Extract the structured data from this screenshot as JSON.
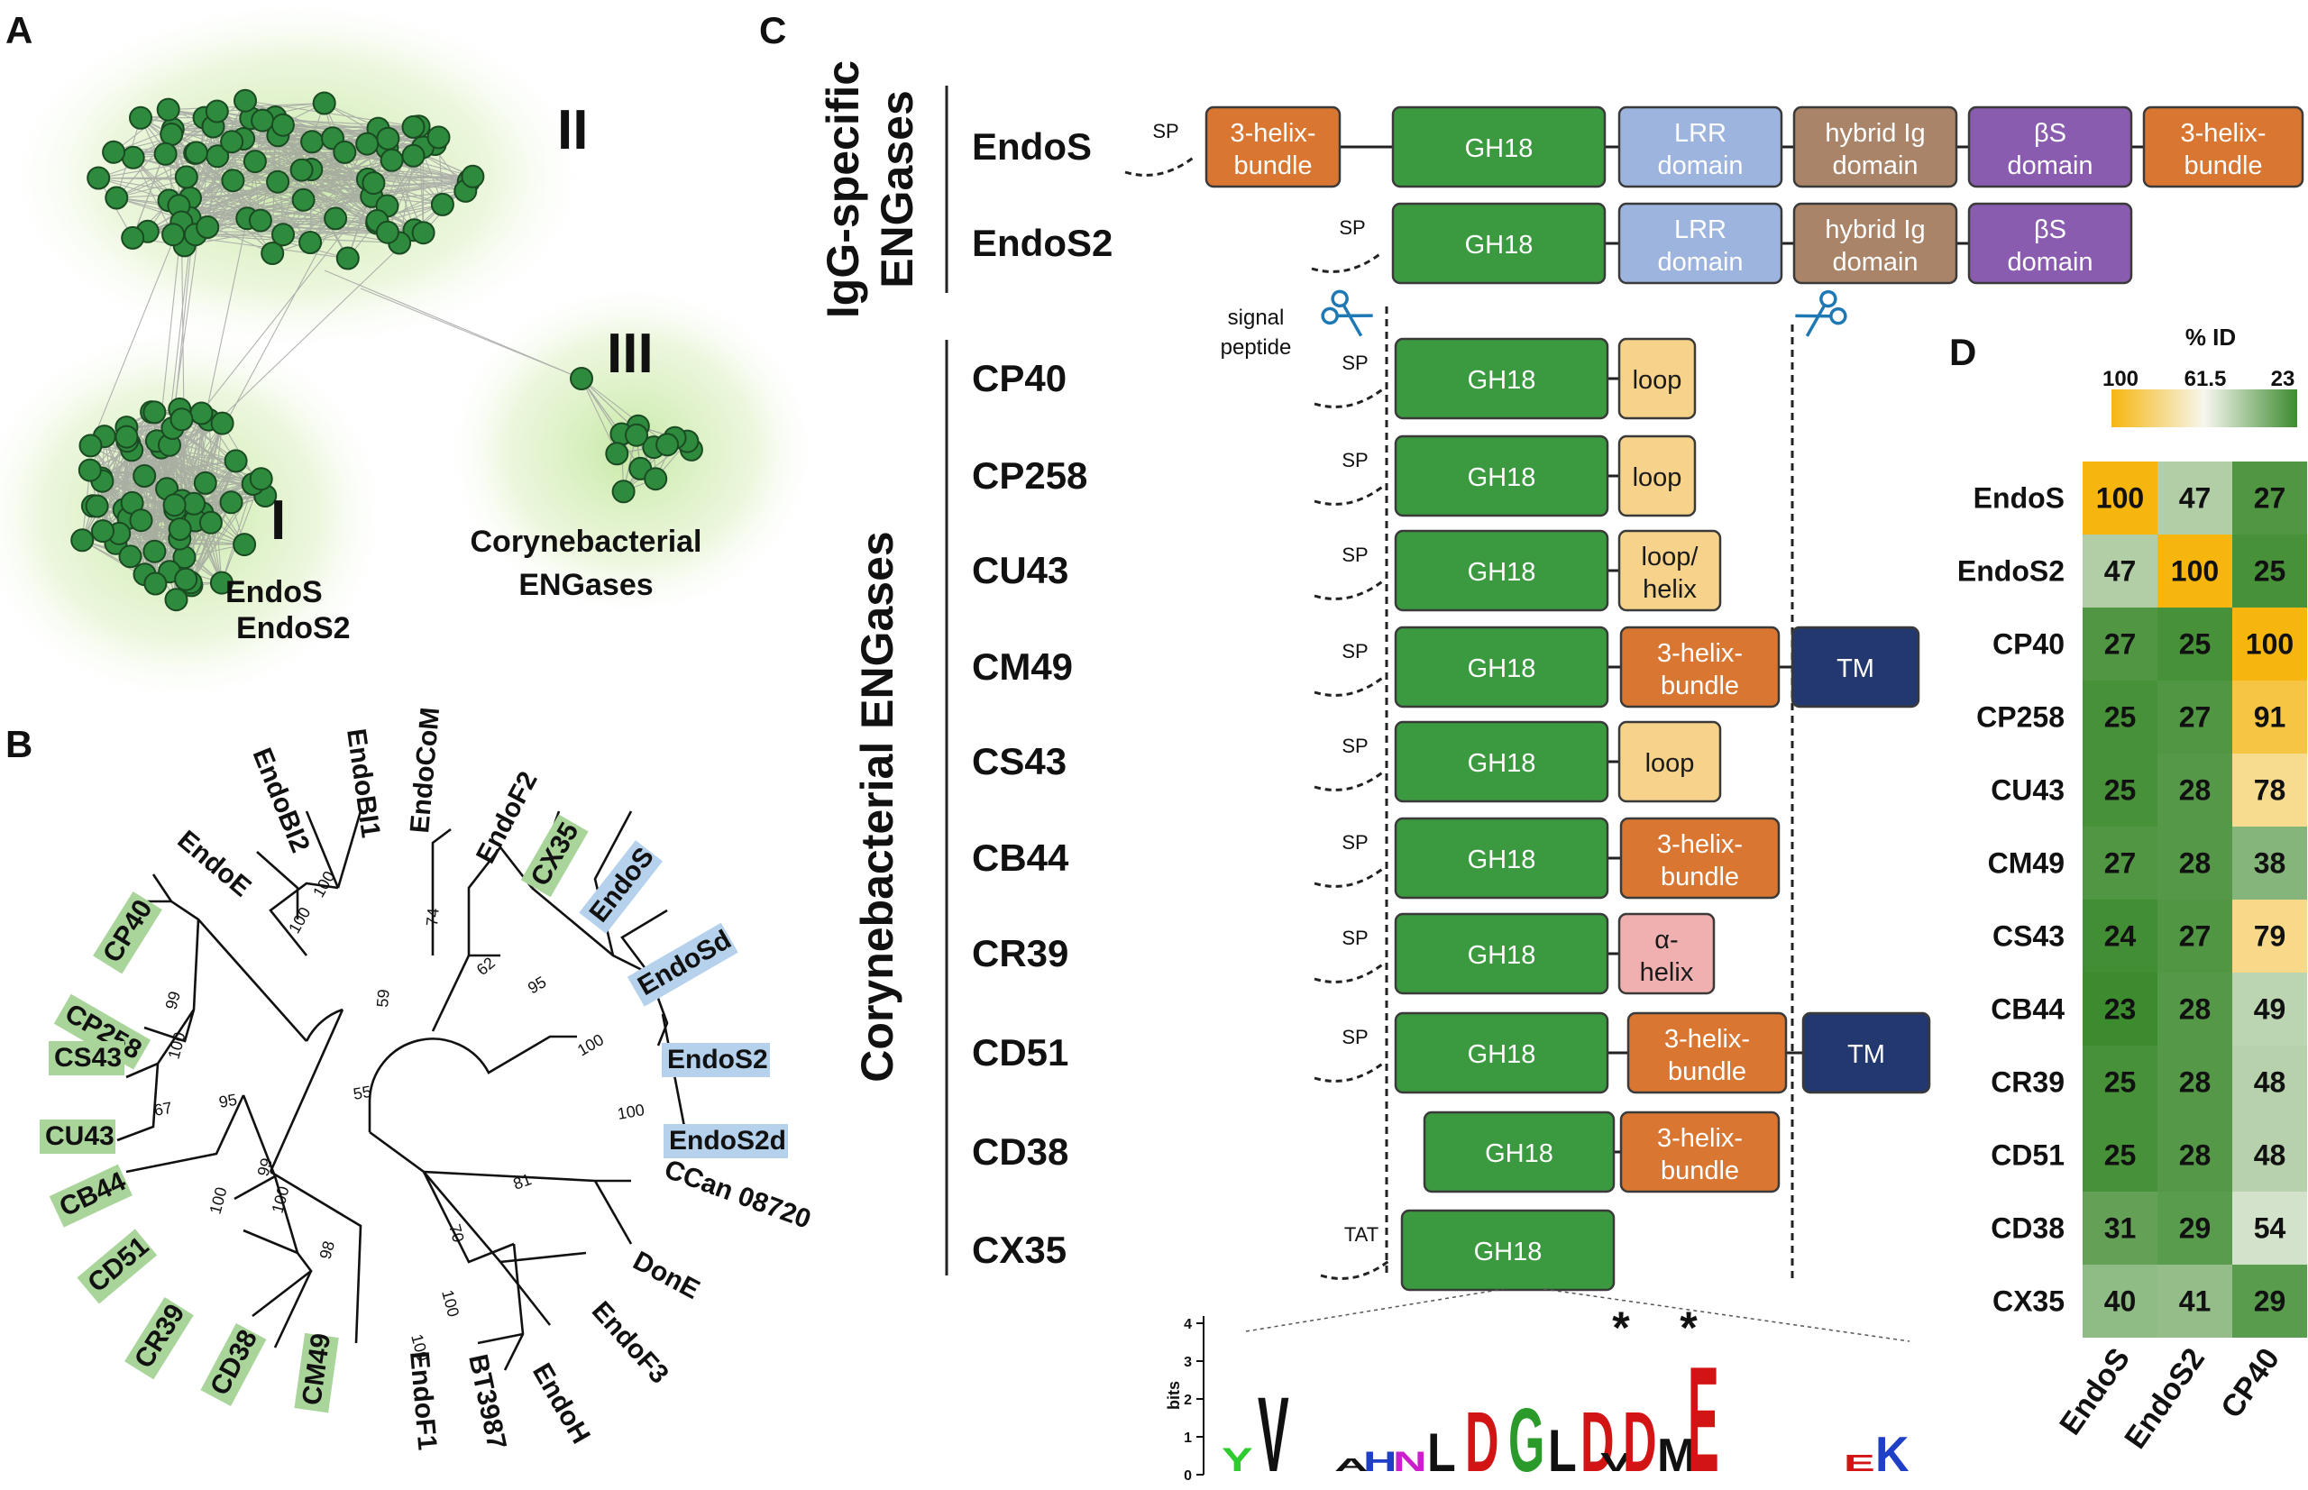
{
  "panels": {
    "a": "A",
    "b": "B",
    "c": "C",
    "d": "D"
  },
  "panel_a": {
    "cluster_labels": {
      "one": "I",
      "two": "II",
      "three": "III"
    },
    "cluster_one_members": [
      "EndoS",
      "EndoS2"
    ],
    "cluster_three_caption": [
      "Corynebacterial",
      "ENGases"
    ]
  },
  "panel_b": {
    "blue_leaves": [
      "EndoS",
      "EndoSd",
      "EndoS2",
      "EndoS2d"
    ],
    "green_leaves": [
      "CP40",
      "CP258",
      "CS43",
      "CU43",
      "CB44",
      "CD51",
      "CR39",
      "CD38",
      "CM49",
      "CX35"
    ],
    "other_leaves": [
      "EndoE",
      "EndoBI2",
      "EndoBI1",
      "EndoCoM",
      "EndoF2",
      "CCan 08720",
      "DonE",
      "EndoF3",
      "EndoH",
      "BT3987",
      "EndoF1"
    ],
    "bootstrap": [
      "100",
      "100",
      "74",
      "62",
      "95",
      "100",
      "100",
      "59",
      "55",
      "99",
      "100",
      "67",
      "95",
      "99",
      "100",
      "100",
      "98",
      "81",
      "70",
      "100",
      "100"
    ]
  },
  "panel_c": {
    "group_igg": [
      "IgG-specific",
      "ENGases"
    ],
    "group_coryne": "Corynebacterial ENGases",
    "signal_peptide_note": [
      "signal",
      "peptide"
    ],
    "proteins": [
      {
        "name": "EndoS",
        "leader": "SP",
        "domains": [
          [
            "3-helix-",
            "bundle"
          ],
          [
            "GH18"
          ],
          [
            "LRR",
            "domain"
          ],
          [
            "hybrid Ig",
            "domain"
          ],
          [
            "βS",
            "domain"
          ],
          [
            "3-helix-",
            "bundle"
          ]
        ]
      },
      {
        "name": "EndoS2",
        "leader": "SP",
        "domains": [
          [
            "GH18"
          ],
          [
            "LRR",
            "domain"
          ],
          [
            "hybrid Ig",
            "domain"
          ],
          [
            "βS",
            "domain"
          ]
        ]
      },
      {
        "name": "CP40",
        "leader": "SP",
        "domains": [
          [
            "GH18"
          ],
          [
            "loop"
          ]
        ]
      },
      {
        "name": "CP258",
        "leader": "SP",
        "domains": [
          [
            "GH18"
          ],
          [
            "loop"
          ]
        ]
      },
      {
        "name": "CU43",
        "leader": "SP",
        "domains": [
          [
            "GH18"
          ],
          [
            "loop/",
            "helix"
          ]
        ]
      },
      {
        "name": "CM49",
        "leader": "SP",
        "domains": [
          [
            "GH18"
          ],
          [
            "3-helix-",
            "bundle"
          ],
          [
            "TM"
          ]
        ]
      },
      {
        "name": "CS43",
        "leader": "SP",
        "domains": [
          [
            "GH18"
          ],
          [
            "loop"
          ]
        ]
      },
      {
        "name": "CB44",
        "leader": "SP",
        "domains": [
          [
            "GH18"
          ],
          [
            "3-helix-",
            "bundle"
          ]
        ]
      },
      {
        "name": "CR39",
        "leader": "SP",
        "domains": [
          [
            "GH18"
          ],
          [
            "α-",
            "helix"
          ]
        ]
      },
      {
        "name": "CD51",
        "leader": "SP",
        "domains": [
          [
            "GH18"
          ],
          [
            "3-helix-",
            "bundle"
          ],
          [
            "TM"
          ]
        ]
      },
      {
        "name": "CD38",
        "leader": "",
        "domains": [
          [
            "GH18"
          ],
          [
            "3-helix-",
            "bundle"
          ]
        ]
      },
      {
        "name": "CX35",
        "leader": "TAT",
        "domains": [
          [
            "GH18"
          ]
        ]
      }
    ],
    "logo": {
      "y_label": "bits",
      "y_ticks": [
        "0",
        "1",
        "2",
        "3",
        "4"
      ],
      "letters": [
        "Y",
        "V",
        "A",
        "H",
        "N",
        "L",
        "D",
        "G",
        "L",
        "D",
        "V",
        "D",
        "M",
        "E",
        "E",
        "K"
      ],
      "star": "*"
    }
  },
  "panel_d": {
    "scale_title": "% ID",
    "scale_ticks": [
      "100",
      "61.5",
      "23"
    ],
    "columns": [
      "EndoS",
      "EndoS2",
      "CP40"
    ],
    "rows": [
      "EndoS",
      "EndoS2",
      "CP40",
      "CP258",
      "CU43",
      "CM49",
      "CS43",
      "CB44",
      "CR39",
      "CD51",
      "CD38",
      "CX35"
    ],
    "values": [
      [
        100,
        47,
        27
      ],
      [
        47,
        100,
        25
      ],
      [
        27,
        25,
        100
      ],
      [
        25,
        27,
        91
      ],
      [
        25,
        28,
        78
      ],
      [
        27,
        28,
        38
      ],
      [
        24,
        27,
        79
      ],
      [
        23,
        28,
        49
      ],
      [
        25,
        28,
        48
      ],
      [
        25,
        28,
        48
      ],
      [
        31,
        29,
        54
      ],
      [
        40,
        41,
        29
      ]
    ]
  },
  "colors": {
    "node": "#2e8b3d",
    "gh18": "#3b9a40",
    "orange": "#d97732",
    "lrr": "#9db4de",
    "hybrid": "#a98468",
    "bs": "#8a5cb0",
    "loop": "#f6d28a",
    "alpha": "#f1b0b0",
    "tm": "#23386e",
    "hi_blue": "#b5d1ec",
    "hi_green": "#a9d49a"
  }
}
